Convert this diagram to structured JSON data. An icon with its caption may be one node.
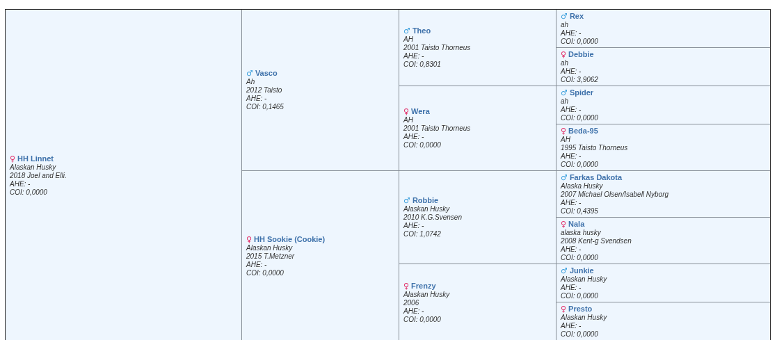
{
  "diagram": {
    "nodes": [
      {
        "text": [
          "♀",
          "HH Linnet",
          "Alaskan Husky",
          "2018 Joel and Elli.",
          "AHE: -",
          "COI: 0,0000"
        ]
      },
      {
        "text": [
          "♂",
          "Vasco",
          "Ah",
          "2012 Taisto",
          "AHE: -",
          "COI: 0,1465"
        ]
      },
      {
        "text": [
          "♂",
          "Theo",
          "AH",
          "2001 Taisto Thorneus",
          "AHE: -",
          "COI: 0,8301"
        ]
      },
      {
        "text": [
          "♂",
          "Rex",
          "ah",
          "AHE: -",
          "COI: 0,0000"
        ]
      },
      {
        "text": [
          "♀",
          "Debbie",
          "ah",
          "AHE: -",
          "COI: 3,9062"
        ]
      },
      {
        "text": [
          "♀",
          "Wera",
          "AH",
          "2001 Taisto Thorneus",
          "AHE: -",
          "COI: 0,0000"
        ]
      },
      {
        "text": [
          "♂",
          "Spider",
          "ah",
          "AHE: -",
          "COI: 0,0000"
        ]
      },
      {
        "text": [
          "♀",
          "Beda-95",
          "AH",
          "1995 Taisto Thorneus",
          "AHE: -",
          "COI: 0,0000"
        ]
      },
      {
        "text": [
          "♀",
          "HH Sookie (Cookie)",
          "Alaskan Husky",
          "2015 T.Metzner",
          "AHE: -",
          "COI: 0,0000"
        ]
      },
      {
        "text": [
          "♂",
          "Robbie",
          "Alaskan Husky",
          "2010 K.G.Svensen",
          "AHE: -",
          "COI: 1,0742"
        ]
      },
      {
        "text": [
          "♂",
          "Farkas Dakota",
          "Alaska Husky",
          "2007 Michael Olsen/Isabell Nyborg",
          "AHE: -",
          "COI: 0,4395"
        ]
      },
      {
        "text": [
          "♀",
          "Nala",
          "alaska husky",
          "2008 Kent-g Svendsen",
          "AHE: -",
          "COI: 0,0000"
        ]
      },
      {
        "text": [
          "♀",
          "Frenzy",
          "Alaskan Husky",
          "2006",
          "AHE: -",
          "COI: 0,0000"
        ]
      },
      {
        "text": [
          "♂",
          "Junkie",
          "Alaskan Husky",
          "AHE: -",
          "COI: 0,0000"
        ]
      },
      {
        "text": [
          "♀",
          "Presto",
          "Alaskan Husky",
          "AHE: -",
          "COI: 0,0000"
        ]
      }
    ]
  }
}
